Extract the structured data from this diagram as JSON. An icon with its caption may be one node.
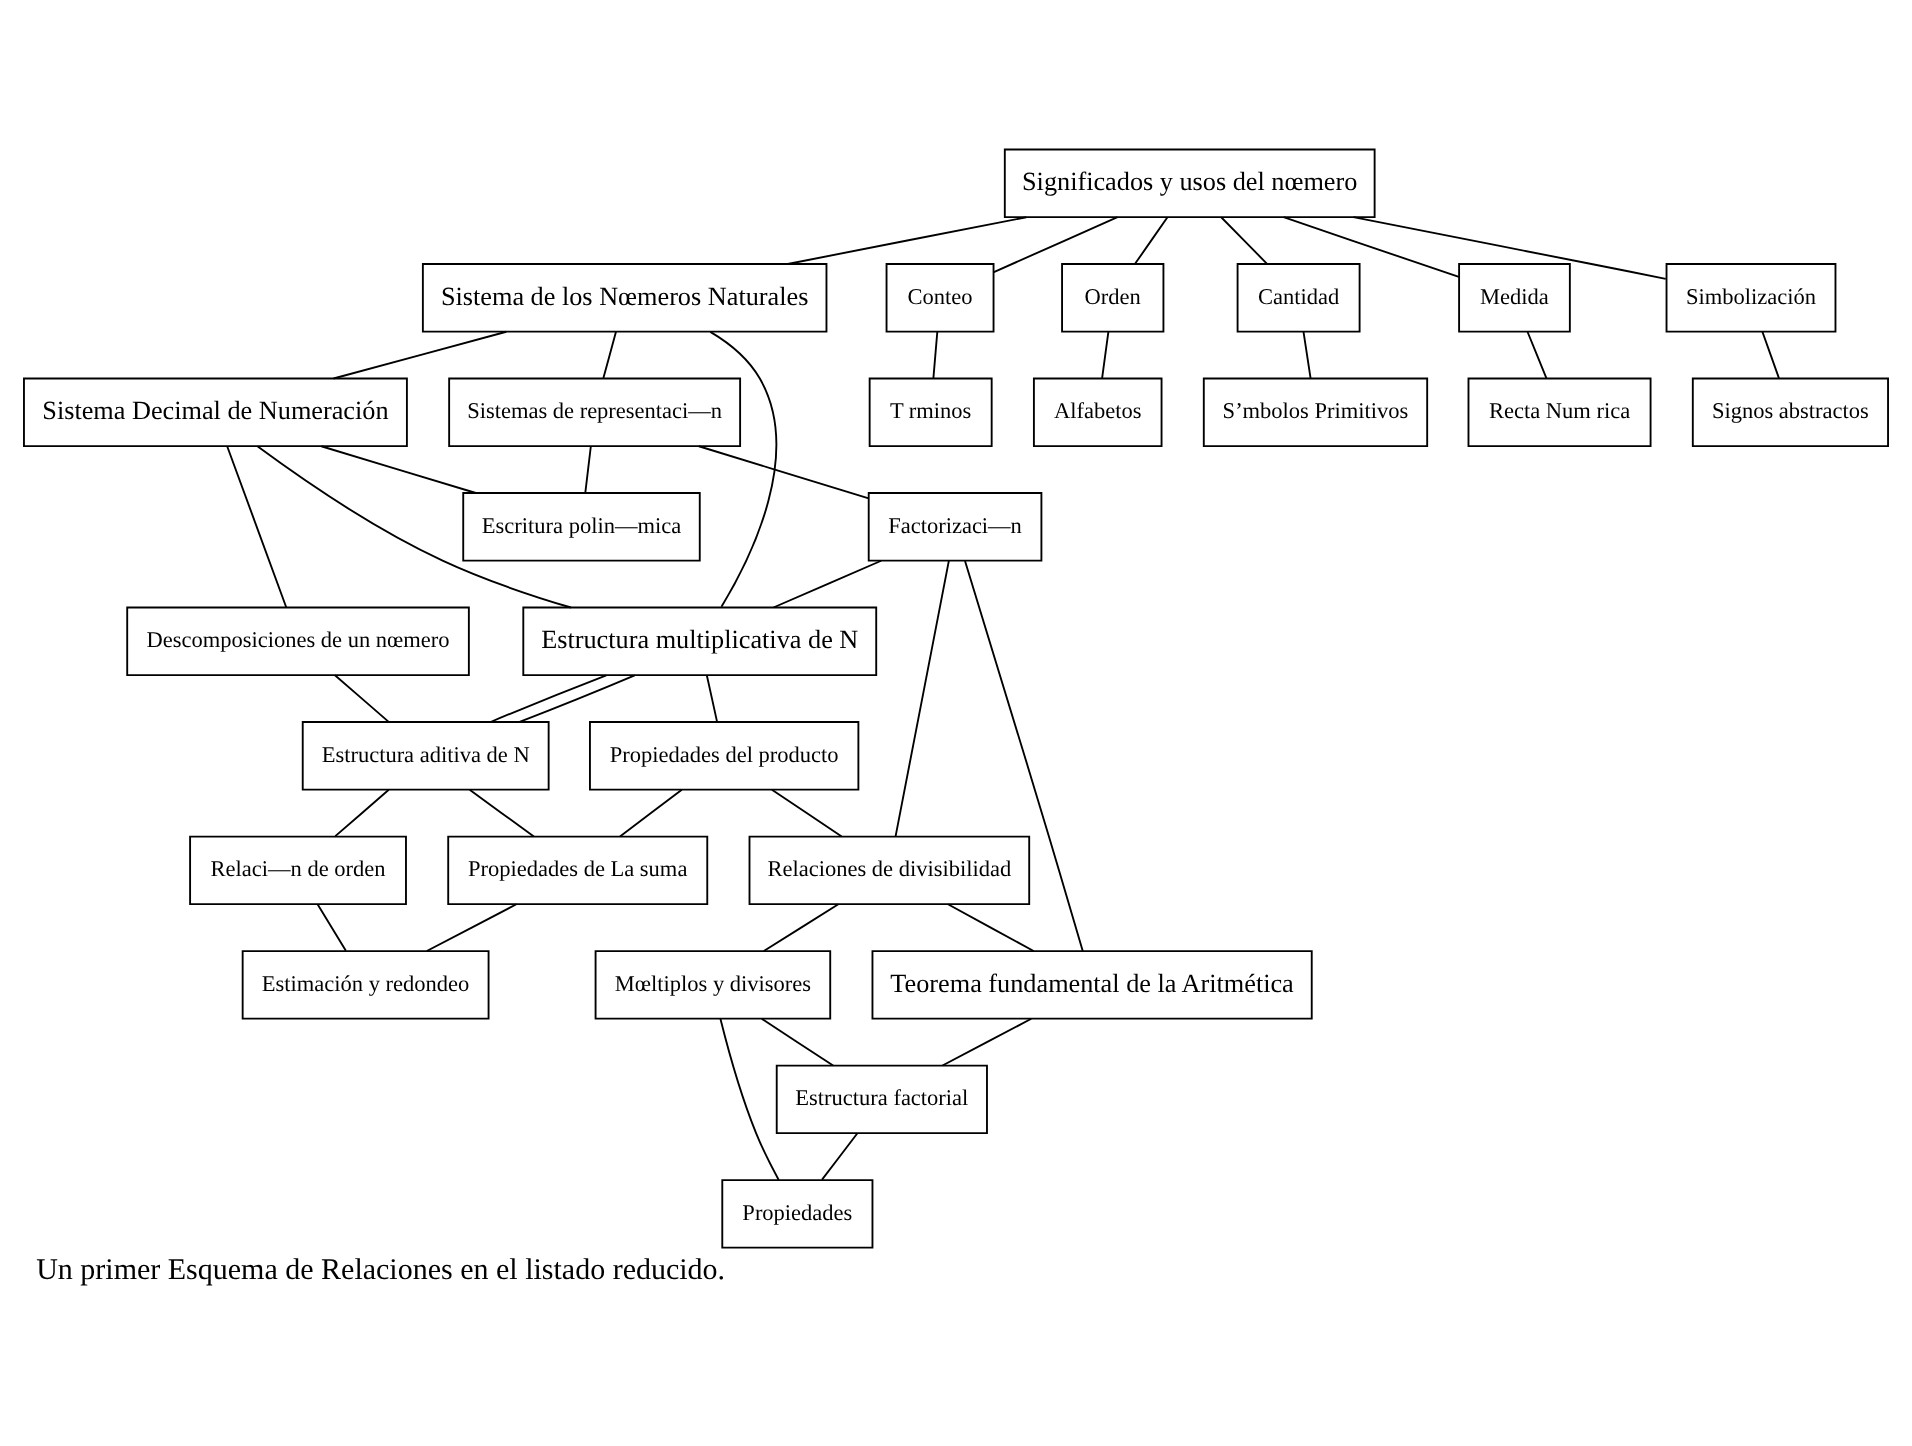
{
  "diagram": {
    "caption": "Un primer Esquema de Relaciones en el listado reducido.",
    "nodes": [
      {
        "text": [
          "Significados y usos del nœmero"
        ]
      },
      {
        "text": [
          "Sistema de los Nœmeros Naturales"
        ]
      },
      {
        "text": [
          "Sistema Decimal de Numeración"
        ]
      },
      {
        "text": [
          "Conteo"
        ]
      },
      {
        "text": [
          "T rminos"
        ]
      },
      {
        "text": [
          "Orden"
        ]
      },
      {
        "text": [
          "Alfabetos"
        ]
      },
      {
        "text": [
          "Cantidad"
        ]
      },
      {
        "text": [
          "S’mbolos Primitivos"
        ]
      },
      {
        "text": [
          "Medida"
        ]
      },
      {
        "text": [
          "Recta Num rica"
        ]
      },
      {
        "text": [
          "Simbolización"
        ]
      },
      {
        "text": [
          "Signos abstractos"
        ]
      },
      {
        "text": [
          "Sistemas de representaci—n"
        ]
      },
      {
        "text": [
          "Escritura polin—mica"
        ]
      },
      {
        "text": [
          "Descomposiciones de un nœmero"
        ]
      },
      {
        "text": [
          "Factorizaci—n"
        ]
      },
      {
        "text": [
          "Estructura multiplicativa de N"
        ]
      },
      {
        "text": [
          "Estructura aditiva de N"
        ]
      },
      {
        "text": [
          "Relaci—n de orden"
        ]
      },
      {
        "text": [
          "Propiedades del producto"
        ]
      },
      {
        "text": [
          "Propiedades de La suma"
        ]
      },
      {
        "text": [
          "Estimación y redondeo"
        ]
      },
      {
        "text": [
          "Relaciones de divisibilidad"
        ]
      },
      {
        "text": [
          "Mœltiplos y divisores"
        ]
      },
      {
        "text": [
          "Propiedades"
        ]
      },
      {
        "text": [
          "Teorema fundamental de la Aritmética"
        ]
      },
      {
        "text": [
          "Estructura factorial"
        ]
      }
    ],
    "edges": [
      {
        "from": 0,
        "to": 1,
        "arrow": "none"
      },
      {
        "from": 0,
        "to": 3,
        "arrow": "none"
      },
      {
        "from": 0,
        "to": 5,
        "arrow": "none"
      },
      {
        "from": 0,
        "to": 7,
        "arrow": "none"
      },
      {
        "from": 0,
        "to": 9,
        "arrow": "none"
      },
      {
        "from": 0,
        "to": 11,
        "arrow": "none"
      },
      {
        "from": 3,
        "to": 4,
        "arrow": "none"
      },
      {
        "from": 5,
        "to": 6,
        "arrow": "none"
      },
      {
        "from": 7,
        "to": 8,
        "arrow": "none"
      },
      {
        "from": 9,
        "to": 10,
        "arrow": "none"
      },
      {
        "from": 11,
        "to": 12,
        "arrow": "none"
      },
      {
        "from": 1,
        "to": 2,
        "arrow": "none"
      },
      {
        "from": 1,
        "to": 13,
        "arrow": "none"
      },
      {
        "from": 1,
        "to": 17,
        "arrow": "none"
      },
      {
        "from": 2,
        "to": 17,
        "arrow": "none"
      },
      {
        "from": 2,
        "to": 14,
        "arrow": "none"
      },
      {
        "from": 2,
        "to": 15,
        "arrow": "none"
      },
      {
        "from": 13,
        "to": 14,
        "arrow": "none"
      },
      {
        "from": 13,
        "to": 16,
        "arrow": "none"
      },
      {
        "from": 16,
        "to": 17,
        "arrow": "none"
      },
      {
        "from": 16,
        "to": 23,
        "arrow": "none"
      },
      {
        "from": 16,
        "to": 26,
        "arrow": "none"
      },
      {
        "from": 15,
        "to": 18,
        "arrow": "none"
      },
      {
        "from": 17,
        "to": 18,
        "arrow": "none"
      },
      {
        "from": 17,
        "to": 18,
        "arrow": "none"
      },
      {
        "from": 18,
        "to": 19,
        "arrow": "none"
      },
      {
        "from": 18,
        "to": 21,
        "arrow": "none"
      },
      {
        "from": 19,
        "to": 22,
        "arrow": "none"
      },
      {
        "from": 21,
        "to": 22,
        "arrow": "none"
      },
      {
        "from": 17,
        "to": 20,
        "arrow": "none"
      },
      {
        "from": 20,
        "to": 21,
        "arrow": "none"
      },
      {
        "from": 20,
        "to": 23,
        "arrow": "none"
      },
      {
        "from": 23,
        "to": 24,
        "arrow": "none"
      },
      {
        "from": 23,
        "to": 26,
        "arrow": "none"
      },
      {
        "from": 24,
        "to": 25,
        "arrow": "none"
      },
      {
        "from": 24,
        "to": 27,
        "arrow": "none"
      },
      {
        "from": 26,
        "to": 27,
        "arrow": "none"
      },
      {
        "from": 27,
        "to": 25,
        "arrow": "none"
      }
    ]
  }
}
